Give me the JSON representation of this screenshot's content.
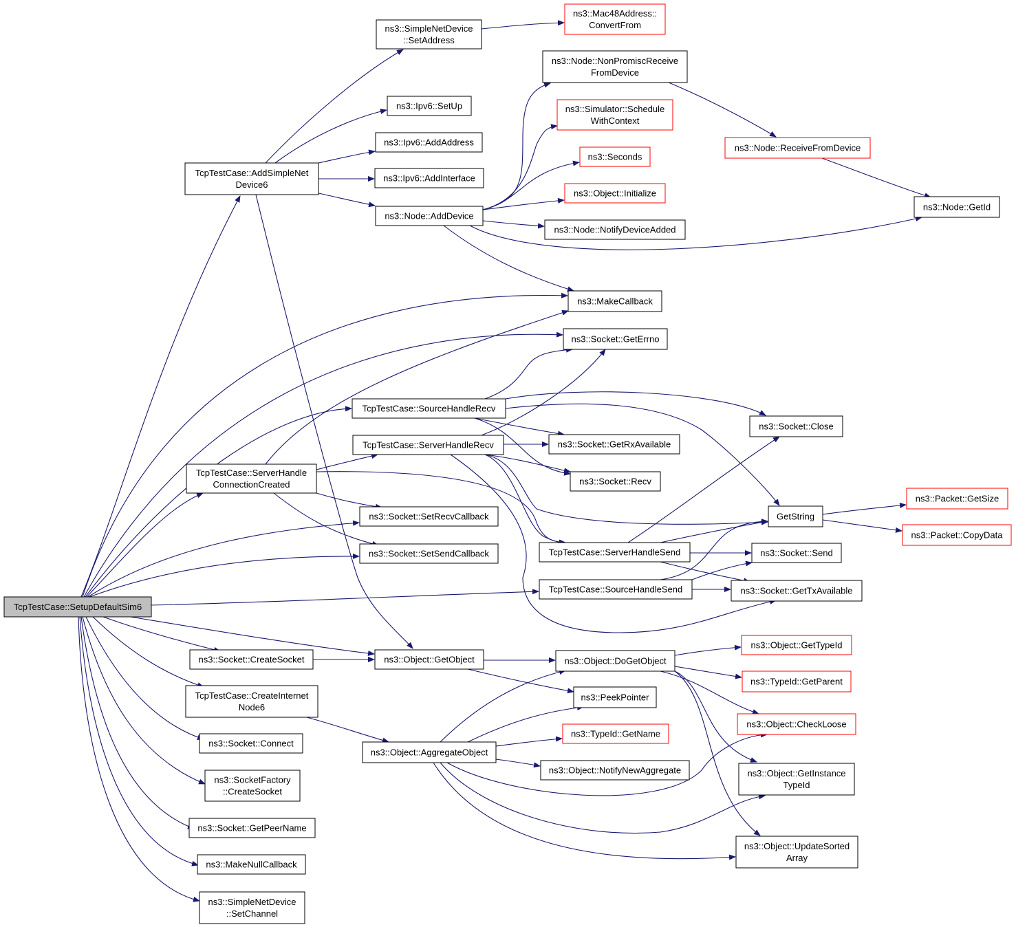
{
  "diagram": {
    "colors": {
      "edge": "#191970",
      "node_border": "#000000",
      "external_node_border": "#ff0000",
      "root_fill": "#bfbfbf",
      "node_fill": "#ffffff"
    },
    "nodes": {
      "root": {
        "lines": [
          "TcpTestCase::SetupDefaultSim6"
        ]
      },
      "addSimpleNetDevice6": {
        "lines": [
          "TcpTestCase::AddSimpleNet",
          "Device6"
        ]
      },
      "simpleNetDeviceSetAddress": {
        "lines": [
          "ns3::SimpleNetDevice",
          "::SetAddress"
        ]
      },
      "mac48ConvertFrom": {
        "lines": [
          "ns3::Mac48Address::",
          "ConvertFrom"
        ]
      },
      "nodeNonPromisc": {
        "lines": [
          "ns3::Node::NonPromiscReceive",
          "FromDevice"
        ]
      },
      "ipv6SetUp": {
        "lines": [
          "ns3::Ipv6::SetUp"
        ]
      },
      "simulatorSchedule": {
        "lines": [
          "ns3::Simulator::Schedule",
          "WithContext"
        ]
      },
      "ipv6AddAddress": {
        "lines": [
          "ns3::Ipv6::AddAddress"
        ]
      },
      "nodeReceiveFromDevice": {
        "lines": [
          "ns3::Node::ReceiveFromDevice"
        ]
      },
      "seconds": {
        "lines": [
          "ns3::Seconds"
        ]
      },
      "ipv6AddInterface": {
        "lines": [
          "ns3::Ipv6::AddInterface"
        ]
      },
      "objectInitialize": {
        "lines": [
          "ns3::Object::Initialize"
        ]
      },
      "nodeGetId": {
        "lines": [
          "ns3::Node::GetId"
        ]
      },
      "nodeAddDevice": {
        "lines": [
          "ns3::Node::AddDevice"
        ]
      },
      "nodeNotifyDeviceAdded": {
        "lines": [
          "ns3::Node::NotifyDeviceAdded"
        ]
      },
      "makeCallback": {
        "lines": [
          "ns3::MakeCallback"
        ]
      },
      "socketGetErrno": {
        "lines": [
          "ns3::Socket::GetErrno"
        ]
      },
      "sourceHandleRecv": {
        "lines": [
          "TcpTestCase::SourceHandleRecv"
        ]
      },
      "socketClose": {
        "lines": [
          "ns3::Socket::Close"
        ]
      },
      "serverHandleRecv": {
        "lines": [
          "TcpTestCase::ServerHandleRecv"
        ]
      },
      "socketGetRxAvailable": {
        "lines": [
          "ns3::Socket::GetRxAvailable"
        ]
      },
      "serverHandleConn": {
        "lines": [
          "TcpTestCase::ServerHandle",
          "ConnectionCreated"
        ]
      },
      "socketRecv": {
        "lines": [
          "ns3::Socket::Recv"
        ]
      },
      "packetGetSize": {
        "lines": [
          "ns3::Packet::GetSize"
        ]
      },
      "getString": {
        "lines": [
          "GetString"
        ]
      },
      "socketSetRecvCallback": {
        "lines": [
          "ns3::Socket::SetRecvCallback"
        ]
      },
      "packetCopyData": {
        "lines": [
          "ns3::Packet::CopyData"
        ]
      },
      "serverHandleSend": {
        "lines": [
          "TcpTestCase::ServerHandleSend"
        ]
      },
      "socketSend": {
        "lines": [
          "ns3::Socket::Send"
        ]
      },
      "socketSetSendCallback": {
        "lines": [
          "ns3::Socket::SetSendCallback"
        ]
      },
      "sourceHandleSend": {
        "lines": [
          "TcpTestCase::SourceHandleSend"
        ]
      },
      "socketGetTxAvailable": {
        "lines": [
          "ns3::Socket::GetTxAvailable"
        ]
      },
      "objectGetTypeId": {
        "lines": [
          "ns3::Object::GetTypeId"
        ]
      },
      "socketCreateSocket": {
        "lines": [
          "ns3::Socket::CreateSocket"
        ]
      },
      "objectGetObject": {
        "lines": [
          "ns3::Object::GetObject"
        ]
      },
      "objectDoGetObject": {
        "lines": [
          "ns3::Object::DoGetObject"
        ]
      },
      "typeIdGetParent": {
        "lines": [
          "ns3::TypeId::GetParent"
        ]
      },
      "createInternetNode6": {
        "lines": [
          "TcpTestCase::CreateInternet",
          "Node6"
        ]
      },
      "peekPointer": {
        "lines": [
          "ns3::PeekPointer"
        ]
      },
      "objectCheckLoose": {
        "lines": [
          "ns3::Object::CheckLoose"
        ]
      },
      "socketConnect": {
        "lines": [
          "ns3::Socket::Connect"
        ]
      },
      "typeIdGetName": {
        "lines": [
          "ns3::TypeId::GetName"
        ]
      },
      "objectAggregateObject": {
        "lines": [
          "ns3::Object::AggregateObject"
        ]
      },
      "objectNotifyNewAggregate": {
        "lines": [
          "ns3::Object::NotifyNewAggregate"
        ]
      },
      "objectGetInstanceTypeId": {
        "lines": [
          "ns3::Object::GetInstance",
          "TypeId"
        ]
      },
      "socketFactoryCreateSocket": {
        "lines": [
          "ns3::SocketFactory",
          "::CreateSocket"
        ]
      },
      "socketGetPeerName": {
        "lines": [
          "ns3::Socket::GetPeerName"
        ]
      },
      "objectUpdateSortedArray": {
        "lines": [
          "ns3::Object::UpdateSorted",
          "Array"
        ]
      },
      "makeNullCallback": {
        "lines": [
          "ns3::MakeNullCallback"
        ]
      },
      "simpleNetDeviceSetChannel": {
        "lines": [
          "ns3::SimpleNetDevice",
          "::SetChannel"
        ]
      }
    }
  }
}
